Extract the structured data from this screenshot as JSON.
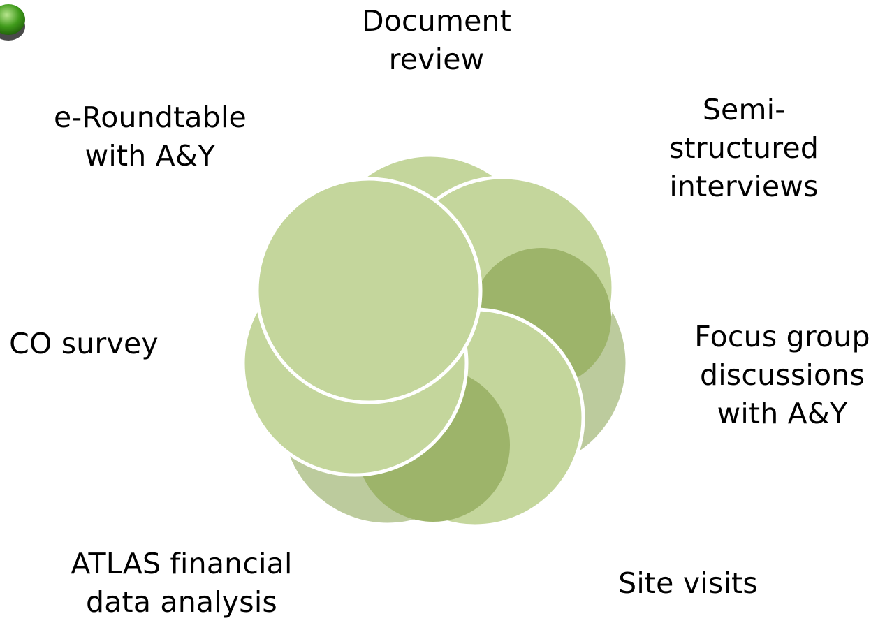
{
  "diagram": {
    "colors": {
      "light": "#c4d69c",
      "medium": "#9db46a",
      "faded": "#bccb9d",
      "outline": "#ffffff",
      "text": "#000000",
      "icon": "#3f9a1a"
    },
    "icon": "green-bullet-icon",
    "labels": {
      "document_review": "Document\nreview",
      "semi_structured_interviews": "Semi-\nstructured\ninterviews",
      "focus_group": "Focus group\ndiscussions\nwith A&Y",
      "site_visits": "Site visits",
      "atlas": "ATLAS financial\ndata analysis",
      "co_survey": "CO survey",
      "e_roundtable": "e-Roundtable\nwith A&Y"
    }
  }
}
